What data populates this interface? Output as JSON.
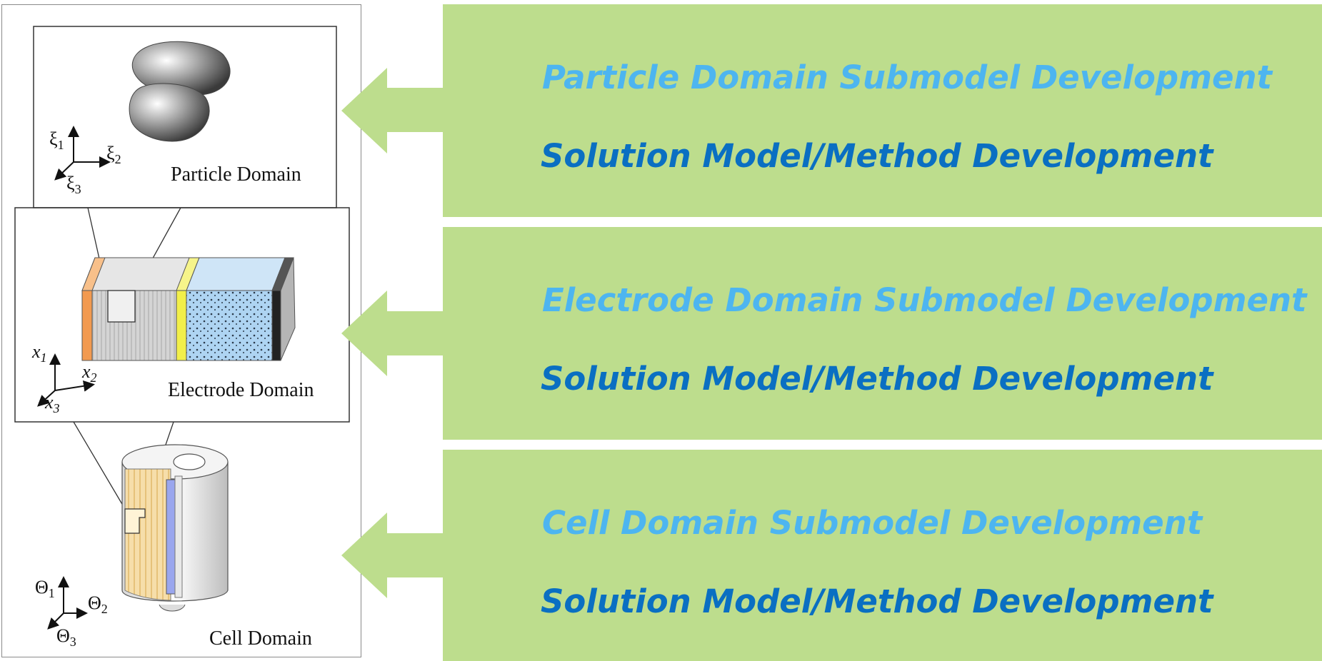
{
  "banners": [
    {
      "submodel": "Particle Domain Submodel Development",
      "solution": "Solution Model/Method Development"
    },
    {
      "submodel": "Electrode Domain Submodel Development",
      "solution": "Solution Model/Method Development"
    },
    {
      "submodel": "Cell Domain Submodel Development",
      "solution": "Solution Model/Method Development"
    }
  ],
  "domains": {
    "particle": "Particle Domain",
    "electrode": "Electrode Domain",
    "cell": "Cell Domain"
  },
  "axes": {
    "particle": {
      "a1": "ξ",
      "s1": "1",
      "a2": "ξ",
      "s2": "2",
      "a3": "ξ",
      "s3": "3"
    },
    "electrode": {
      "a1": "x",
      "s1": "1",
      "a2": "x",
      "s2": "2",
      "a3": "x",
      "s3": "3"
    },
    "cell": {
      "a1": "Θ",
      "s1": "1",
      "a2": "Θ",
      "s2": "2",
      "a3": "Θ",
      "s3": "3"
    }
  },
  "colors": {
    "banner_fill": "#bddd8d",
    "submodel_text": "#4db5f0",
    "solution_text": "#0a6fc2"
  }
}
